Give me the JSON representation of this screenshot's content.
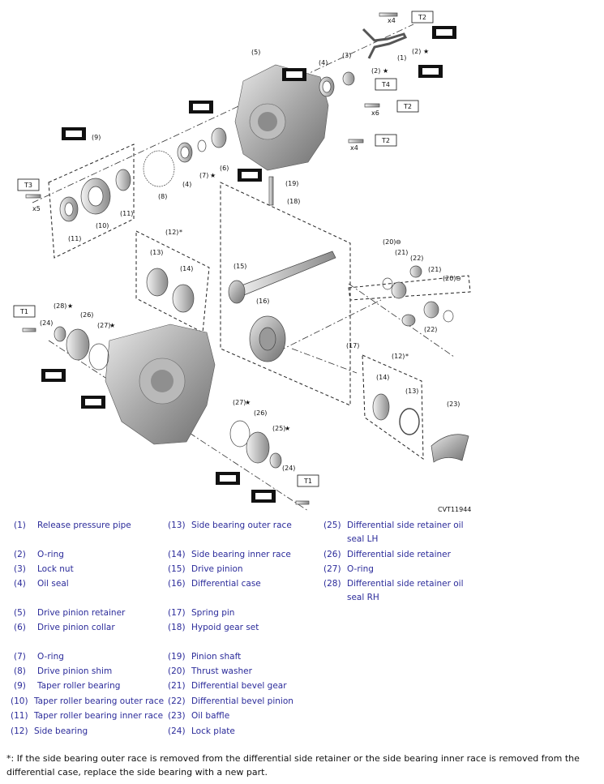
{
  "diagram": {
    "code": "CVT11944",
    "torque": {
      "t1": "T1",
      "t2": "T2",
      "t3": "T3",
      "t4": "T4"
    },
    "qty": {
      "x4": "x4",
      "x6": "x6",
      "x5": "x5"
    },
    "star": "★",
    "ring_mark": "⊖",
    "callouts": [
      "(1)",
      "(2)",
      "(3)",
      "(4)",
      "(5)",
      "(6)",
      "(7)",
      "(8)",
      "(9)",
      "(10)",
      "(11)",
      "(12)",
      "(13)",
      "(14)",
      "(15)",
      "(16)",
      "(17)",
      "(18)",
      "(19)",
      "(20)",
      "(21)",
      "(22)",
      "(23)",
      "(24)",
      "(25)",
      "(26)",
      "(27)",
      "(28)"
    ]
  },
  "legend": [
    {
      "num": "(1)",
      "text": "Release pressure pipe"
    },
    {
      "num": "(2)",
      "text": "O-ring"
    },
    {
      "num": "(3)",
      "text": "Lock nut"
    },
    {
      "num": "(4)",
      "text": "Oil seal"
    },
    {
      "num": "(5)",
      "text": "Drive pinion retainer"
    },
    {
      "num": "(6)",
      "text": "Drive pinion collar"
    },
    {
      "num": "(7)",
      "text": "O-ring"
    },
    {
      "num": "(8)",
      "text": "Drive pinion shim"
    },
    {
      "num": "(9)",
      "text": "Taper roller bearing"
    },
    {
      "num": "(10)",
      "text": "Taper roller bearing outer race"
    },
    {
      "num": "(11)",
      "text": "Taper roller bearing inner race"
    },
    {
      "num": "(12)",
      "text": "Side bearing"
    },
    {
      "num": "(13)",
      "text": "Side bearing outer race"
    },
    {
      "num": "(14)",
      "text": "Side bearing inner race"
    },
    {
      "num": "(15)",
      "text": "Drive pinion"
    },
    {
      "num": "(16)",
      "text": "Differential case"
    },
    {
      "num": "(17)",
      "text": "Spring pin"
    },
    {
      "num": "(18)",
      "text": "Hypoid gear set"
    },
    {
      "num": "(19)",
      "text": "Pinion shaft"
    },
    {
      "num": "(20)",
      "text": "Thrust washer"
    },
    {
      "num": "(21)",
      "text": "Differential bevel gear"
    },
    {
      "num": "(22)",
      "text": "Differential bevel pinion"
    },
    {
      "num": "(23)",
      "text": "Oil baffle"
    },
    {
      "num": "(24)",
      "text": "Lock plate"
    },
    {
      "num": "(25)",
      "text": "Differential side retainer oil",
      "text2": "seal LH"
    },
    {
      "num": "(26)",
      "text": "Differential side retainer"
    },
    {
      "num": "(27)",
      "text": "O-ring"
    },
    {
      "num": "(28)",
      "text": "Differential side retainer oil",
      "text2": "seal RH"
    }
  ],
  "footnote": "*: If the side bearing outer race is removed from the differential side retainer or the side bearing inner race is removed from the differential case, replace the side bearing with a new part."
}
